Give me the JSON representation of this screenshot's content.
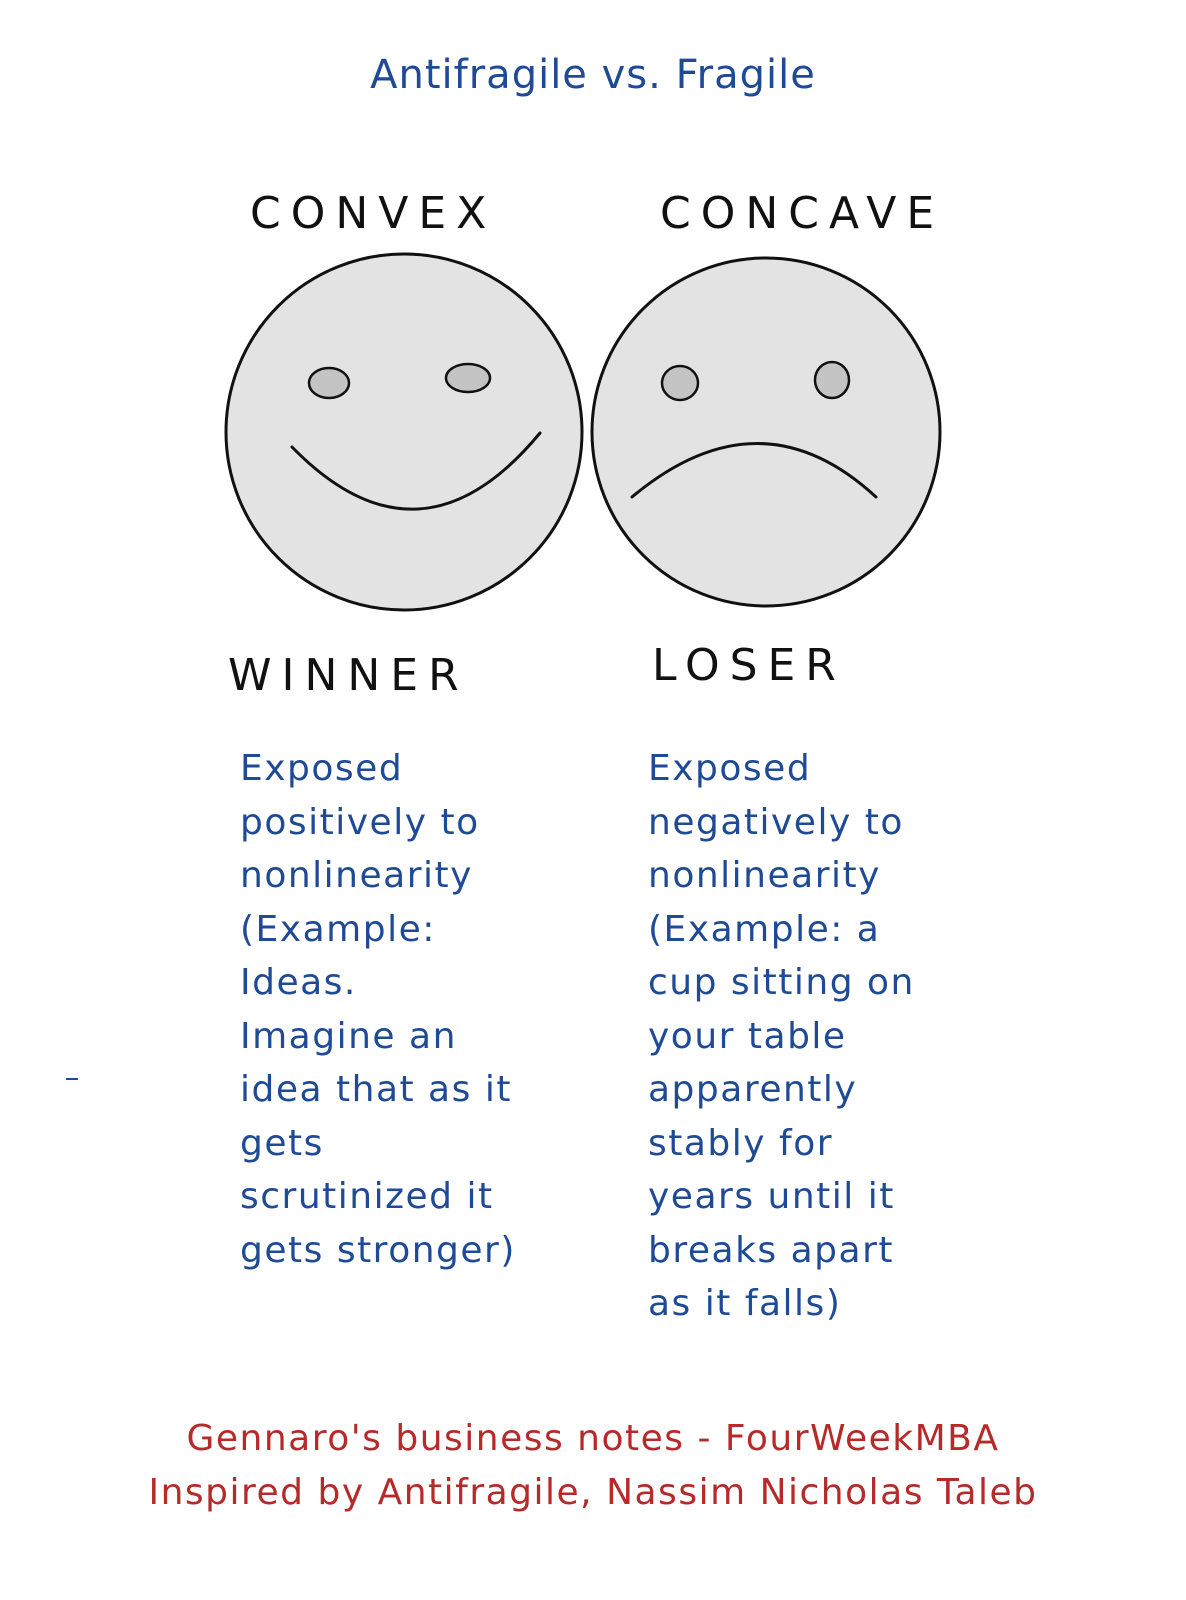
{
  "title": "Antifragile vs. Fragile",
  "left": {
    "label_top": "CONVEX",
    "label_bottom": "WINNER",
    "description_lines": [
      "Exposed",
      "positively to",
      "nonlinearity",
      "(Example:",
      "Ideas.",
      "Imagine an",
      "idea that as it",
      "gets",
      "scrutinized it",
      "gets stronger)"
    ]
  },
  "right": {
    "label_top": "CONCAVE",
    "label_bottom": "LOSER",
    "description_lines": [
      "Exposed",
      "negatively to",
      "nonlinearity",
      "(Example: a",
      "cup sitting on",
      "your table",
      "apparently",
      "stably for",
      "years until it",
      "breaks apart",
      "as it falls)"
    ]
  },
  "footer": {
    "line1": "Gennaro's business notes - FourWeekMBA",
    "line2": "Inspired by Antifragile, Nassim Nicholas Taleb"
  },
  "colors": {
    "title_text": "#1f4a96",
    "footer_text": "#b62a2a",
    "face_fill": "#e3e3e3",
    "outline": "#111111"
  },
  "icons": {
    "left_face": "smiley-face-icon",
    "right_face": "frowny-face-icon"
  }
}
